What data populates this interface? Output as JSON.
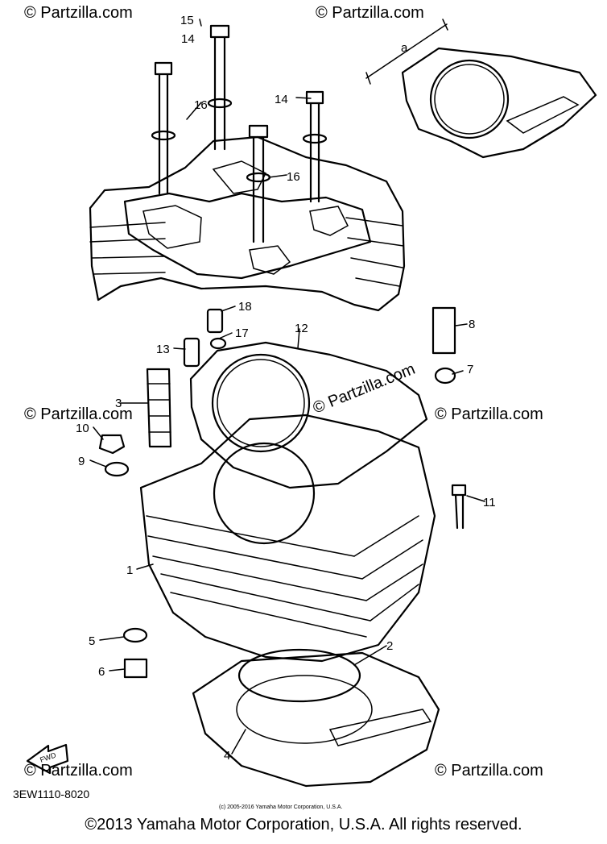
{
  "watermark": "© Partzilla.com",
  "callouts": [
    "1",
    "2",
    "3",
    "4",
    "5",
    "6",
    "7",
    "8",
    "9",
    "10",
    "11",
    "12",
    "13",
    "14",
    "15",
    "16",
    "17",
    "18"
  ],
  "label_a": "a",
  "fwd_label": "FWD",
  "diagram_code": "3EW1110-8020",
  "small_copyright": "(c) 2005-2016 Yamaha Motor Corporation, U.S.A.",
  "footer": "©2013 Yamaha Motor Corporation, U.S.A. All rights reserved."
}
